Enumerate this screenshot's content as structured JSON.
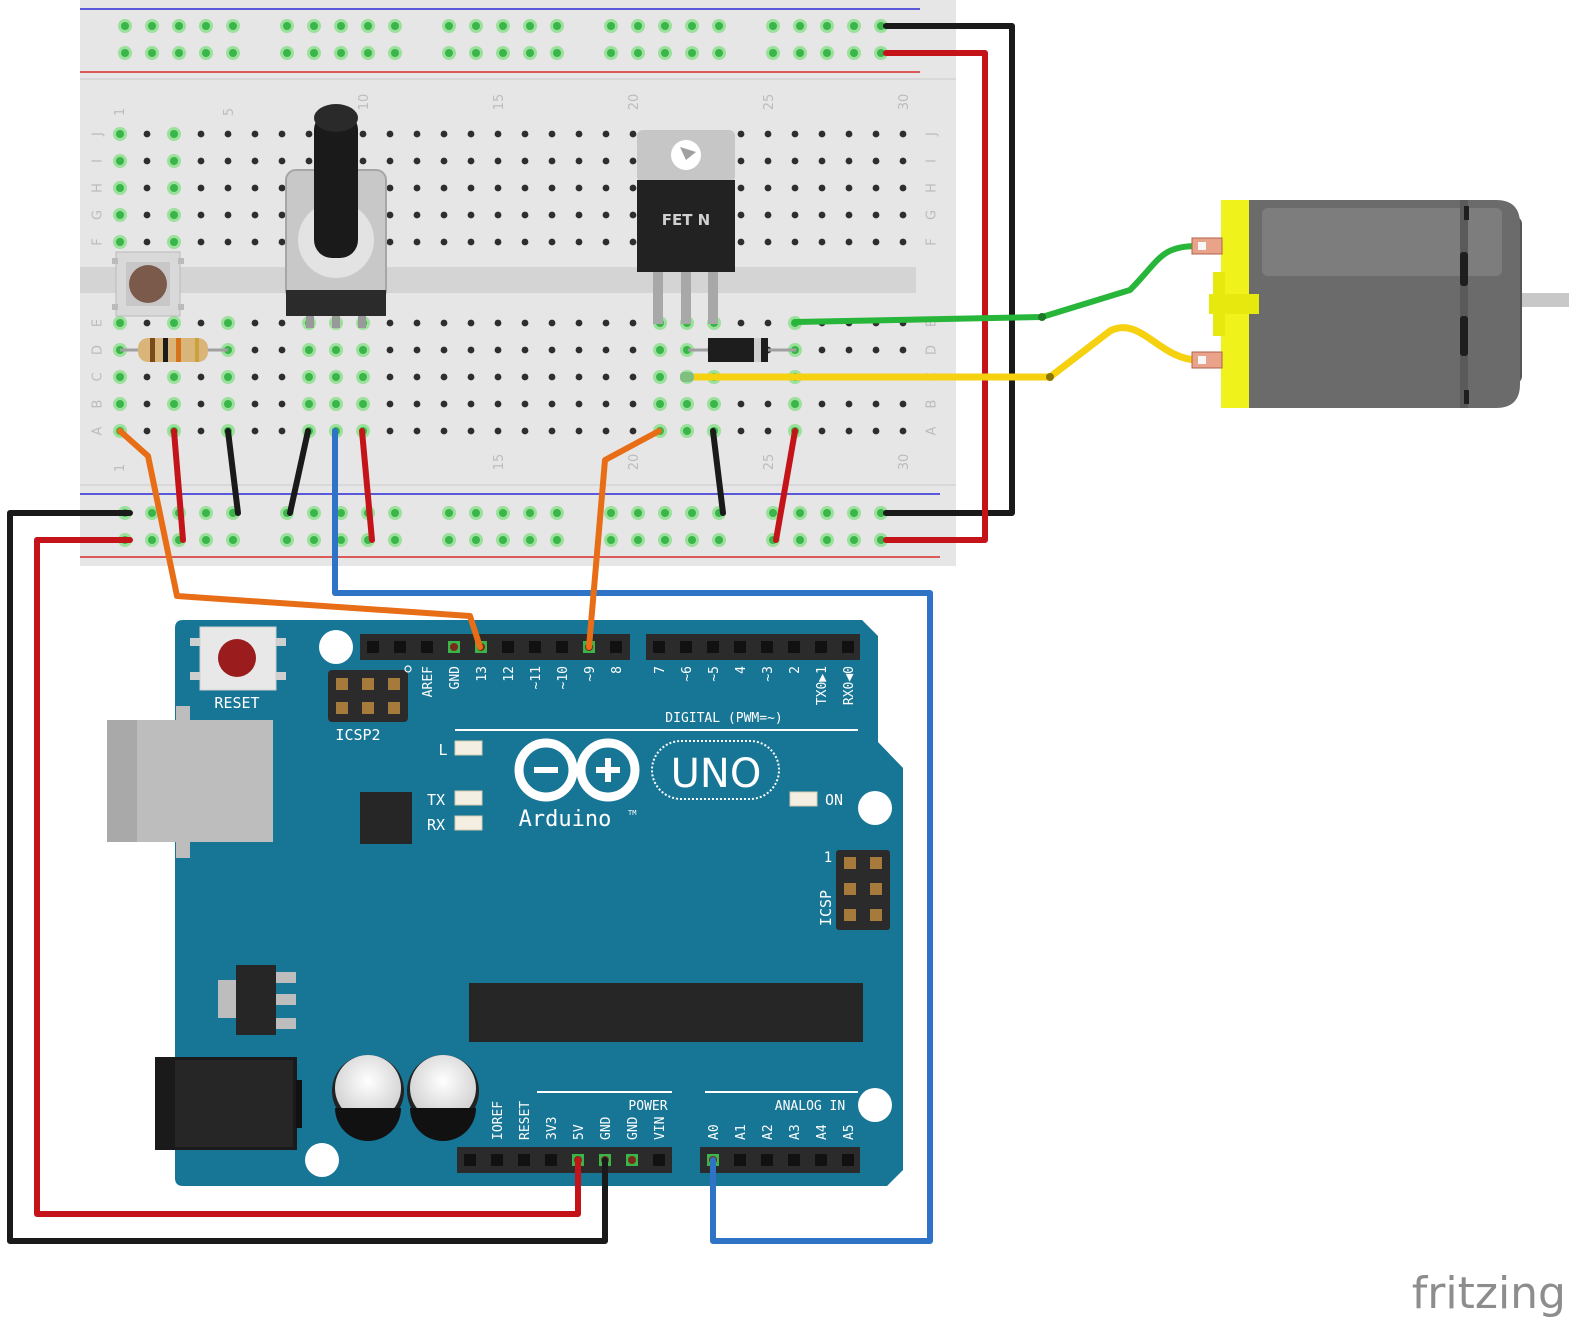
{
  "colors": {
    "breadboard": "#e6e6e6",
    "arduino": "#177596",
    "wire_red": "#c4141a",
    "wire_black": "#1a1a1a",
    "wire_blue": "#2f73c6",
    "wire_orange": "#e86d17",
    "wire_green": "#27b53a",
    "wire_yellow": "#f5d110",
    "motor_body": "#6b6b6b",
    "motor_cap": "#f0f21b",
    "connected_hole": "#39b54a"
  },
  "breadboard": {
    "column_labels_top": [
      "1",
      "5",
      "10",
      "15",
      "20",
      "25",
      "30"
    ],
    "column_labels_bottom": [
      "1",
      "15",
      "20",
      "25",
      "30"
    ],
    "row_labels_upper": [
      "J",
      "I",
      "H",
      "G",
      "F"
    ],
    "row_labels_lower": [
      "E",
      "D",
      "C",
      "B",
      "A"
    ]
  },
  "components": {
    "mosfet_label": "FET N"
  },
  "arduino": {
    "reset_label": "RESET",
    "icsp2_label": "ICSP2",
    "icsp_label": "ICSP",
    "icsp_pin1": "1",
    "digital_pins": [
      "AREF",
      "GND",
      "13",
      "12",
      "~11",
      "~10",
      "~9",
      "8",
      "7",
      "~6",
      "~5",
      "4",
      "~3",
      "2",
      "TX0▶1",
      "RX0◀0"
    ],
    "digital_label": "DIGITAL (PWM=~)",
    "led_l": "L",
    "led_tx": "TX",
    "led_rx": "RX",
    "led_on": "ON",
    "logo_text": "Arduino",
    "logo_tm": "TM",
    "model": "UNO",
    "power_label": "POWER",
    "power_pins": [
      "IOREF",
      "RESET",
      "3V3",
      "5V",
      "GND",
      "GND",
      "VIN"
    ],
    "analog_label": "ANALOG IN",
    "analog_pins": [
      "A0",
      "A1",
      "A2",
      "A3",
      "A4",
      "A5"
    ]
  },
  "watermark": "fritzing"
}
